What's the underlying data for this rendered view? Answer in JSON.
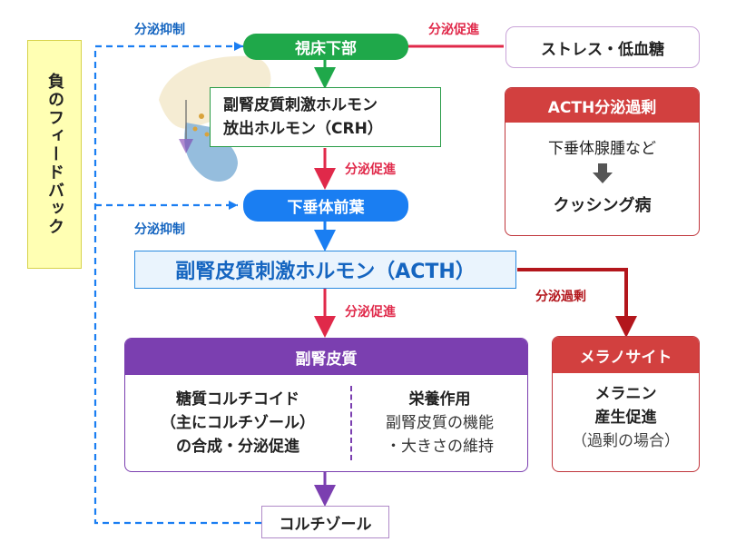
{
  "nodes": {
    "hypothalamus": "視床下部",
    "stress": "ストレス・低血糖",
    "crh_line1": "副腎皮質刺激ホルモン",
    "crh_line2": "放出ホルモン（CRH）",
    "anterior_pituitary": "下垂体前葉",
    "acth": "副腎皮質刺激ホルモン（ACTH）",
    "cortisol": "コルチゾール"
  },
  "feedback": {
    "label": "負のフィードバック"
  },
  "edge_labels": {
    "suppress_top": "分泌抑制",
    "suppress_mid": "分泌抑制",
    "promote_stress": "分泌促進",
    "promote_crh": "分泌促進",
    "promote_acth": "分泌促進",
    "excess": "分泌過剰"
  },
  "acth_excess_panel": {
    "title": "ACTH分泌過剰",
    "cause": "下垂体腺腫など",
    "arrow_icon": "down-arrow-icon",
    "result": "クッシング病"
  },
  "adrenal_cortex_panel": {
    "title": "副腎皮質",
    "left": [
      "糖質コルチコイド",
      "（主にコルチゾール）",
      "の合成・分泌促進"
    ],
    "right_title": "栄養作用",
    "right": [
      "副腎皮質の機能",
      "・大きさの維持"
    ]
  },
  "melanocyte_panel": {
    "title": "メラノサイト",
    "lines": [
      "メラニン",
      "産生促進",
      "（過剰の場合）"
    ]
  },
  "colors": {
    "green": "#1fa84a",
    "blue": "#1a7ef2",
    "red_arrow": "#e0294a",
    "dark_red": "#b3161c",
    "purple": "#7b3fb0",
    "feedback_yellow": "#ffffb3"
  }
}
